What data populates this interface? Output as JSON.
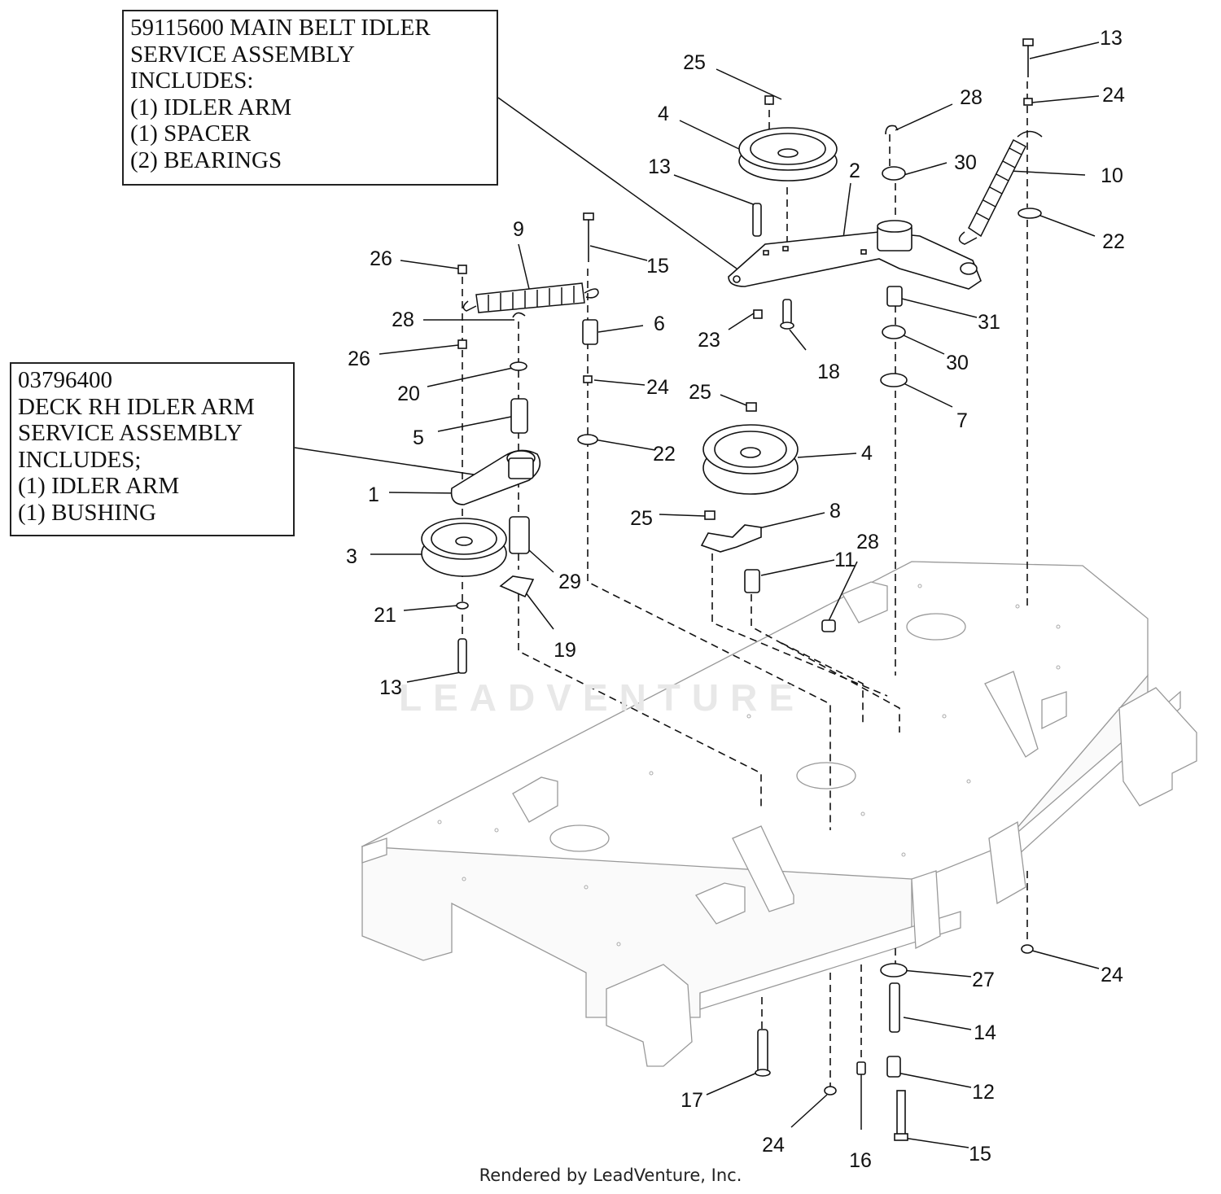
{
  "callouts": {
    "main_belt": {
      "lines": [
        "59115600 MAIN BELT IDLER",
        "SERVICE ASSEMBLY",
        "INCLUDES:",
        "(1) IDLER ARM",
        "(1) SPACER",
        "(2) BEARINGS"
      ]
    },
    "rh_idler": {
      "lines": [
        "03796400",
        "DECK RH IDLER ARM",
        "SERVICE ASSEMBLY",
        "INCLUDES;",
        "(1) IDLER ARM",
        "(1)  BUSHING"
      ]
    }
  },
  "part_numbers": [
    "1",
    "2",
    "3",
    "4",
    "5",
    "6",
    "7",
    "8",
    "9",
    "10",
    "11",
    "12",
    "13",
    "14",
    "15",
    "16",
    "17",
    "18",
    "19",
    "20",
    "21",
    "22",
    "23",
    "24",
    "25",
    "26",
    "27",
    "28",
    "29",
    "30",
    "31"
  ],
  "labels": [
    {
      "id": "l25a",
      "text": "25"
    },
    {
      "id": "l4a",
      "text": "4"
    },
    {
      "id": "l13a",
      "text": "13"
    },
    {
      "id": "l28a",
      "text": "28"
    },
    {
      "id": "l30a",
      "text": "30"
    },
    {
      "id": "l2",
      "text": "2"
    },
    {
      "id": "l13b",
      "text": "13"
    },
    {
      "id": "l24a",
      "text": "24"
    },
    {
      "id": "l10",
      "text": "10"
    },
    {
      "id": "l22a",
      "text": "22"
    },
    {
      "id": "l9",
      "text": "9"
    },
    {
      "id": "l26a",
      "text": "26"
    },
    {
      "id": "l15a",
      "text": "15"
    },
    {
      "id": "l28b",
      "text": "28"
    },
    {
      "id": "l6",
      "text": "6"
    },
    {
      "id": "l26b",
      "text": "26"
    },
    {
      "id": "l23",
      "text": "23"
    },
    {
      "id": "l18",
      "text": "18"
    },
    {
      "id": "l31",
      "text": "31"
    },
    {
      "id": "l30b",
      "text": "30"
    },
    {
      "id": "l20",
      "text": "20"
    },
    {
      "id": "l24b",
      "text": "24"
    },
    {
      "id": "l25b",
      "text": "25"
    },
    {
      "id": "l7",
      "text": "7"
    },
    {
      "id": "l5",
      "text": "5"
    },
    {
      "id": "l22b",
      "text": "22"
    },
    {
      "id": "l4b",
      "text": "4"
    },
    {
      "id": "l1",
      "text": "1"
    },
    {
      "id": "l25c",
      "text": "25"
    },
    {
      "id": "l8",
      "text": "8"
    },
    {
      "id": "l28c",
      "text": "28"
    },
    {
      "id": "l3",
      "text": "3"
    },
    {
      "id": "l29",
      "text": "29"
    },
    {
      "id": "l11",
      "text": "11"
    },
    {
      "id": "l21",
      "text": "21"
    },
    {
      "id": "l19",
      "text": "19"
    },
    {
      "id": "l13c",
      "text": "13"
    },
    {
      "id": "l24c",
      "text": "24"
    },
    {
      "id": "l27",
      "text": "27"
    },
    {
      "id": "l14",
      "text": "14"
    },
    {
      "id": "l12",
      "text": "12"
    },
    {
      "id": "l17",
      "text": "17"
    },
    {
      "id": "l24d",
      "text": "24"
    },
    {
      "id": "l16",
      "text": "16"
    },
    {
      "id": "l15b",
      "text": "15"
    }
  ],
  "watermark": "LEADVENTURE",
  "footer": "Rendered by LeadVenture, Inc."
}
